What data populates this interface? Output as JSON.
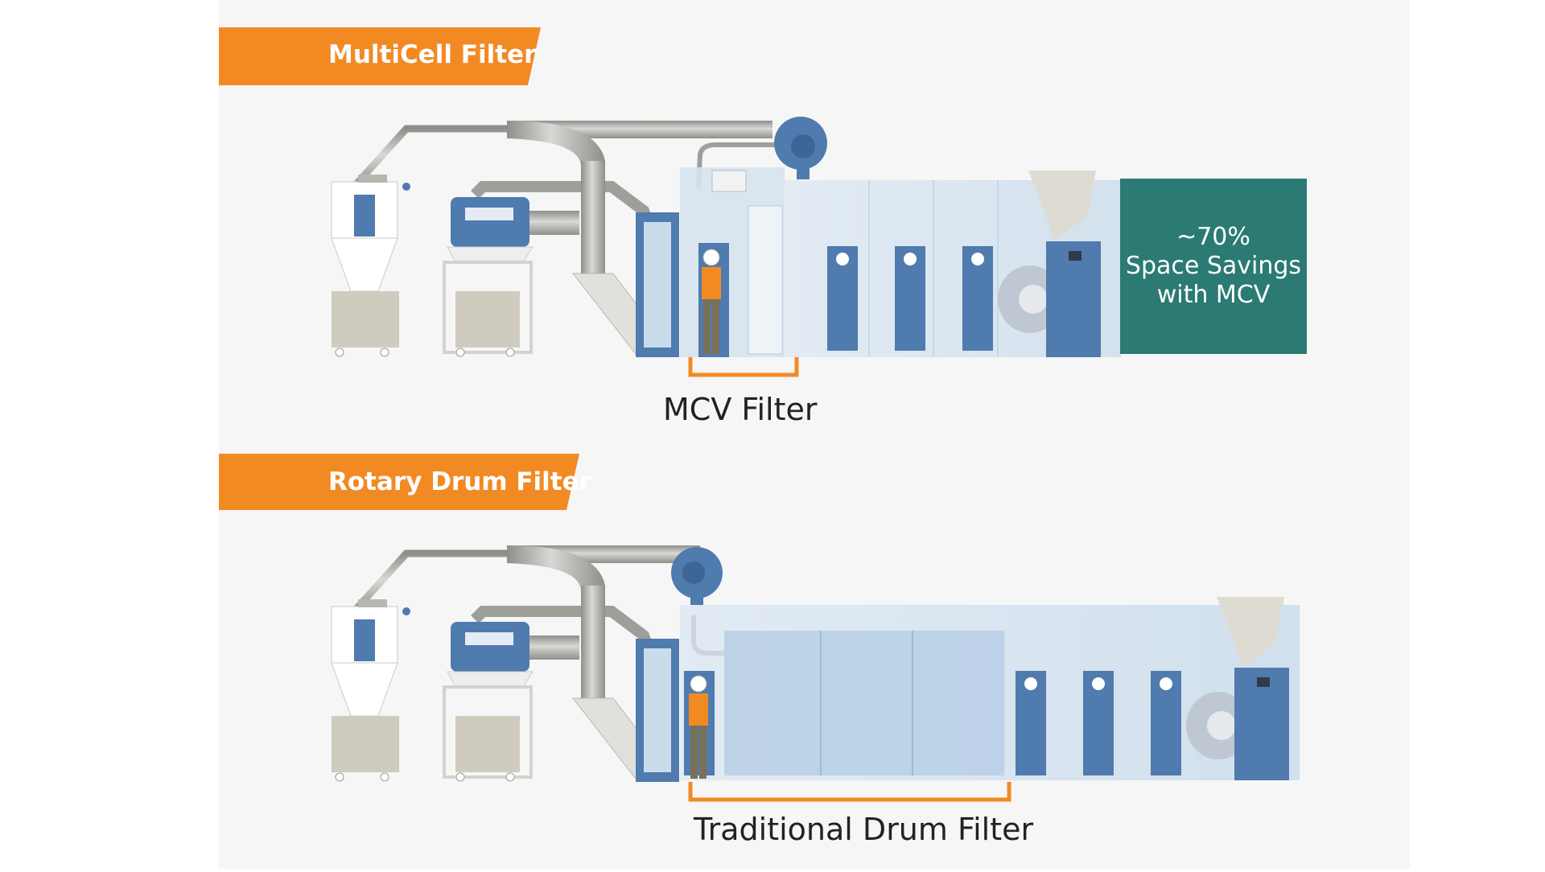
{
  "sections": [
    {
      "banner": "MultiCell Filter",
      "bracket_label": "MCV Filter"
    },
    {
      "banner": "Rotary Drum Filter",
      "bracket_label": "Traditional Drum Filter"
    }
  ],
  "callout": {
    "lines": [
      "~70%",
      "Space Savings",
      "with MCV"
    ]
  },
  "colors": {
    "orange": "#F28A24",
    "teal": "#2B7A73",
    "blue": "#4F7BAE",
    "glass": "#C9DCEC",
    "pipe": "#A9A9A4",
    "bin": "#CFCBBE"
  }
}
